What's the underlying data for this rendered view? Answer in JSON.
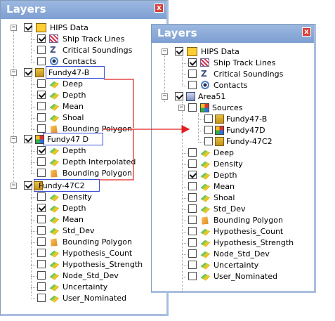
{
  "left_panel": {
    "title": "Layers",
    "close_glyph": "x",
    "items": [
      {
        "label": "HIPS Data"
      },
      {
        "label": "Ship Track Lines"
      },
      {
        "label": "Critical Soundings"
      },
      {
        "label": "Contacts"
      },
      {
        "label": "Fundy47-B"
      },
      {
        "label": "Deep"
      },
      {
        "label": "Depth"
      },
      {
        "label": "Mean"
      },
      {
        "label": "Shoal"
      },
      {
        "label": "Bounding Polygon"
      },
      {
        "label": "Fundy47 D"
      },
      {
        "label": "Depth"
      },
      {
        "label": "Depth Interpolated"
      },
      {
        "label": "Bounding Polygon"
      },
      {
        "label": "Fundy-47C2"
      },
      {
        "label": "Density"
      },
      {
        "label": "Depth"
      },
      {
        "label": "Mean"
      },
      {
        "label": "Std_Dev"
      },
      {
        "label": "Bounding Polygon"
      },
      {
        "label": "Hypothesis_Count"
      },
      {
        "label": "Hypothesis_Strength"
      },
      {
        "label": "Node_Std_Dev"
      },
      {
        "label": "Uncertainty"
      },
      {
        "label": "User_Nominated"
      }
    ]
  },
  "right_panel": {
    "title": "Layers",
    "close_glyph": "x",
    "items": [
      {
        "label": "HIPS Data"
      },
      {
        "label": "Ship Track Lines"
      },
      {
        "label": "Critical Soundings"
      },
      {
        "label": "Contacts"
      },
      {
        "label": "Area51"
      },
      {
        "label": "Sources"
      },
      {
        "label": "Fundy47-B"
      },
      {
        "label": "Fundy47D"
      },
      {
        "label": "Fundy-47C2"
      },
      {
        "label": "Deep"
      },
      {
        "label": "Density"
      },
      {
        "label": "Depth"
      },
      {
        "label": "Mean"
      },
      {
        "label": "Shoal"
      },
      {
        "label": "Std_Dev"
      },
      {
        "label": "Bounding Polygon"
      },
      {
        "label": "Hypothesis_Count"
      },
      {
        "label": "Hypothesis_Strength"
      },
      {
        "label": "Node_Std_Dev"
      },
      {
        "label": "Uncertainty"
      },
      {
        "label": "User_Nominated"
      }
    ]
  },
  "colors": {
    "titlebar": "#8aaad8",
    "highlight_border": "#3b4fd6",
    "arrow": "#e02020"
  }
}
